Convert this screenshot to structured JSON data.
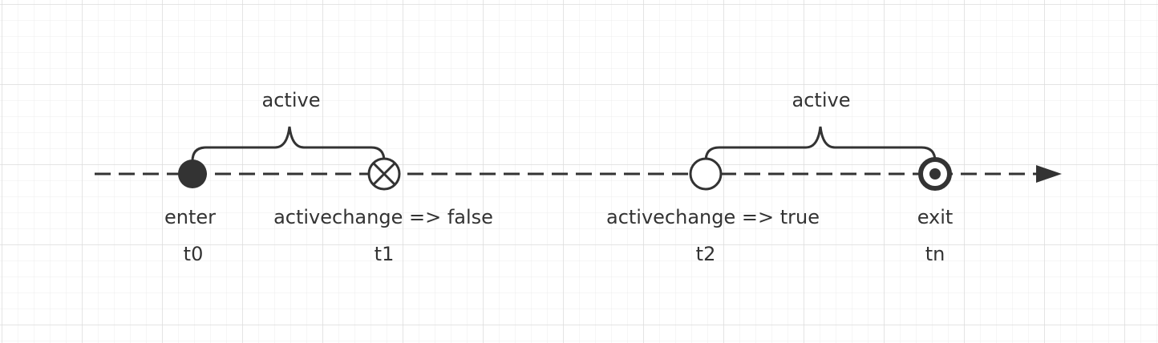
{
  "colors": {
    "line": "#333333",
    "text": "#333333",
    "grid_minor": "#ececec",
    "grid_major": "#dcdcdc",
    "background": "#ffffff"
  },
  "brackets": [
    {
      "label": "active"
    },
    {
      "label": "active"
    }
  ],
  "events": [
    {
      "marker": "filled-circle",
      "label": "enter",
      "time": "t0"
    },
    {
      "marker": "crossed-circle",
      "label": "activechange => false",
      "time": "t1"
    },
    {
      "marker": "open-circle",
      "label": "activechange => true",
      "time": "t2"
    },
    {
      "marker": "bullseye-circle",
      "label": "exit",
      "time": "tn"
    }
  ]
}
